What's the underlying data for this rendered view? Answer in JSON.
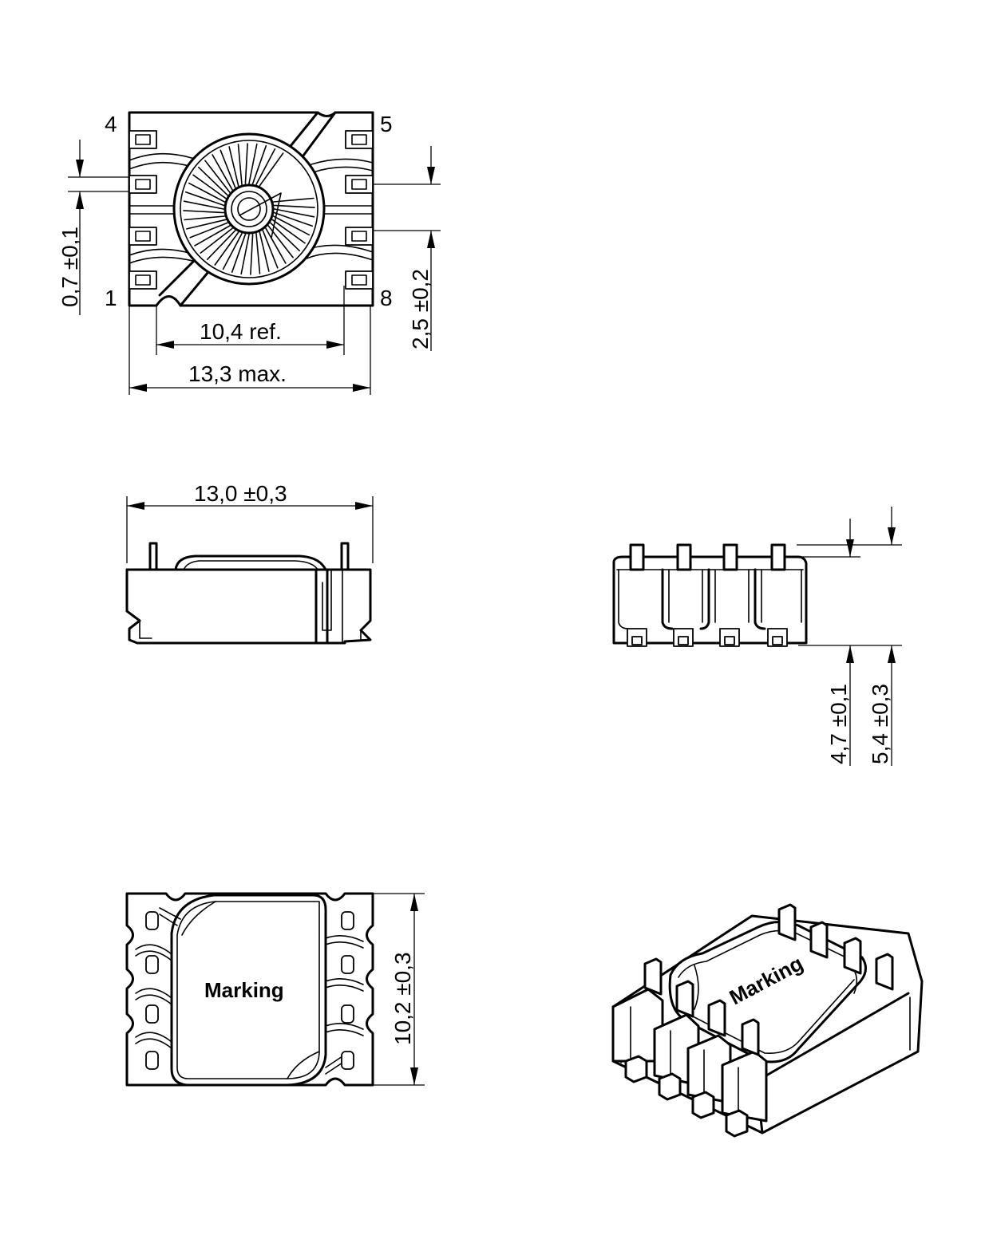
{
  "pins": {
    "pin_4": "4",
    "pin_5": "5",
    "pin_1": "1",
    "pin_8": "8"
  },
  "dimensions": {
    "lead_width": "0,7 ±0,1",
    "pitch": "2,5 ±0,2",
    "ref_width": "10,4  ref.",
    "max_width": "13,3  max.",
    "body_length": "13,0 ±0,3",
    "body_height": "4,7 ±0,1",
    "total_height": "5,4 ±0,3",
    "body_width": "10,2 ±0,3"
  },
  "labels": {
    "marking_top": "Marking",
    "marking_iso": "Marking"
  }
}
